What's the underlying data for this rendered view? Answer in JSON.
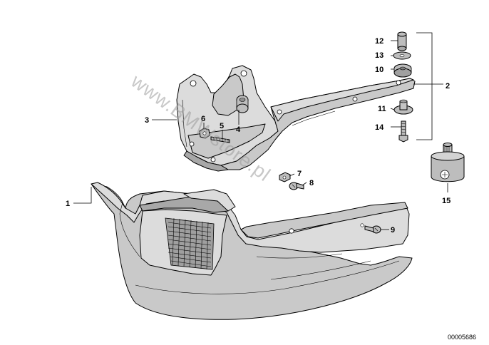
{
  "diagram": {
    "callouts": [
      {
        "id": "c1",
        "label": "1"
      },
      {
        "id": "c2",
        "label": "2"
      },
      {
        "id": "c3",
        "label": "3"
      },
      {
        "id": "c4",
        "label": "4"
      },
      {
        "id": "c5",
        "label": "5"
      },
      {
        "id": "c6",
        "label": "6"
      },
      {
        "id": "c7",
        "label": "7"
      },
      {
        "id": "c8",
        "label": "8"
      },
      {
        "id": "c9",
        "label": "9"
      },
      {
        "id": "c10",
        "label": "10"
      },
      {
        "id": "c11",
        "label": "11"
      },
      {
        "id": "c12",
        "label": "12"
      },
      {
        "id": "c13",
        "label": "13"
      },
      {
        "id": "c14",
        "label": "14"
      },
      {
        "id": "c15",
        "label": "15"
      }
    ],
    "document_number": "00005686",
    "watermark": "www.BMWstore.pl"
  }
}
